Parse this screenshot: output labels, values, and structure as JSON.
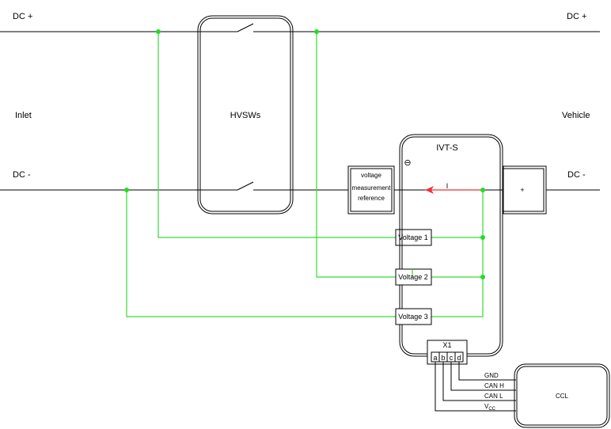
{
  "labels": {
    "dc_plus_left": "DC +",
    "dc_plus_right": "DC +",
    "dc_minus_left": "DC -",
    "dc_minus_right": "DC -",
    "inlet": "Inlet",
    "vehicle": "Vehicle",
    "hvsws": "HVSWs",
    "ivts": "IVT-S",
    "minus_symbol": "⊖",
    "current": "I",
    "plus_terminal": "+",
    "vmr_line1": "voltage",
    "vmr_line2": "measurement",
    "vmr_line3": "reference",
    "voltage1": "Voltage 1",
    "voltage2": "Voltage 2",
    "voltage3": "Voltage 3",
    "connector": "X1",
    "pin_a": "a",
    "pin_b": "b",
    "pin_c": "c",
    "pin_d": "d",
    "gnd": "GND",
    "can_h": "CAN H",
    "can_l": "CAN L",
    "vcc_main": "V",
    "vcc_sub": "CC",
    "ccl": "CCL"
  },
  "colors": {
    "wire": "#000000",
    "sense": "#33dd33",
    "current_arrow": "#ee3333"
  }
}
